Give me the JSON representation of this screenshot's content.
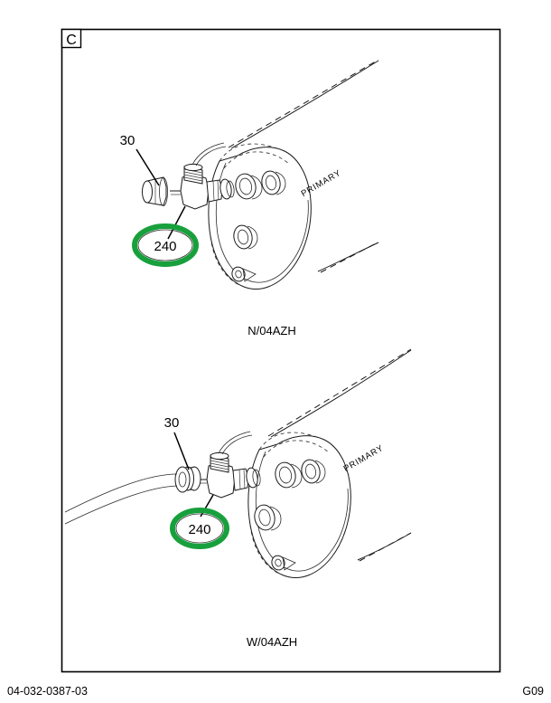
{
  "sheet": {
    "section_label": "C",
    "footer_left": "04-032-0387-03",
    "footer_right": "G09"
  },
  "assemblies": [
    {
      "id": "upper",
      "caption": "N/04AZH",
      "tank_label": "PRIMARY",
      "callouts": [
        {
          "id": "plug",
          "number": "30",
          "highlighted": false
        },
        {
          "id": "elbow-fitting",
          "number": "240",
          "highlighted": true
        }
      ]
    },
    {
      "id": "lower",
      "caption": "W/04AZH",
      "tank_label": "PRIMARY",
      "callouts": [
        {
          "id": "hose-connector",
          "number": "30",
          "highlighted": false
        },
        {
          "id": "elbow-fitting",
          "number": "240",
          "highlighted": true
        }
      ]
    }
  ],
  "colors": {
    "highlight": "#17a03c",
    "line": "#1a1a1a",
    "background": "#ffffff"
  }
}
